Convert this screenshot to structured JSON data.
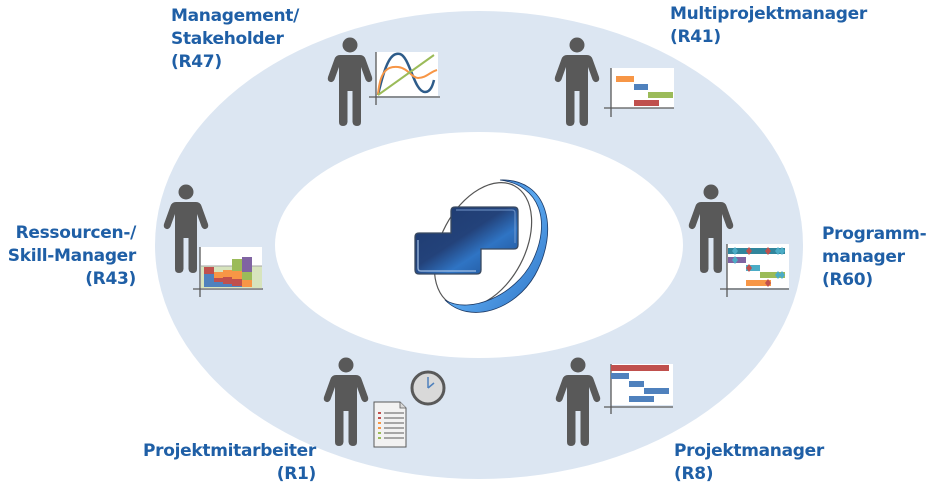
{
  "title": "Rollen rund um das Projektmanagement-System",
  "colors": {
    "ring": "#DCE6F2",
    "label_text": "#1F5FA6",
    "person": "#595959",
    "chart_blue": "#4F81BD",
    "chart_orange": "#F79646",
    "chart_green": "#9BBB59",
    "chart_red": "#C0504D",
    "chart_purple": "#8064A2",
    "chart_teal": "#31859C",
    "chart_cyan": "#4BACC6",
    "chart_navy": "#2E5C8A"
  },
  "center_logo": {
    "icon": "product-logo-icon"
  },
  "roles": [
    {
      "id": "management",
      "lines": [
        "Management/",
        "Stakeholder",
        "(R47)"
      ],
      "icon": "person-icon",
      "artifact": "line-chart-icon"
    },
    {
      "id": "multiprojekt",
      "lines": [
        "Multiprojektmanager",
        "(R41)"
      ],
      "icon": "person-icon",
      "artifact": "gantt-chart-icon"
    },
    {
      "id": "programm",
      "lines": [
        "Programm-",
        "manager",
        "(R60)"
      ],
      "icon": "person-icon",
      "artifact": "milestone-gantt-icon"
    },
    {
      "id": "projektmanager",
      "lines": [
        "Projektmanager",
        "(R8)"
      ],
      "icon": "person-icon",
      "artifact": "project-gantt-icon"
    },
    {
      "id": "projektmitarbeiter",
      "lines": [
        "Projektmitarbeiter",
        "(R1)"
      ],
      "icon": "person-icon",
      "artifact": "task-list-clock-icon"
    },
    {
      "id": "ressourcen",
      "lines": [
        "Ressourcen-/",
        "Skill-Manager",
        "(R43)"
      ],
      "icon": "person-icon",
      "artifact": "stacked-bar-chart-icon"
    }
  ]
}
